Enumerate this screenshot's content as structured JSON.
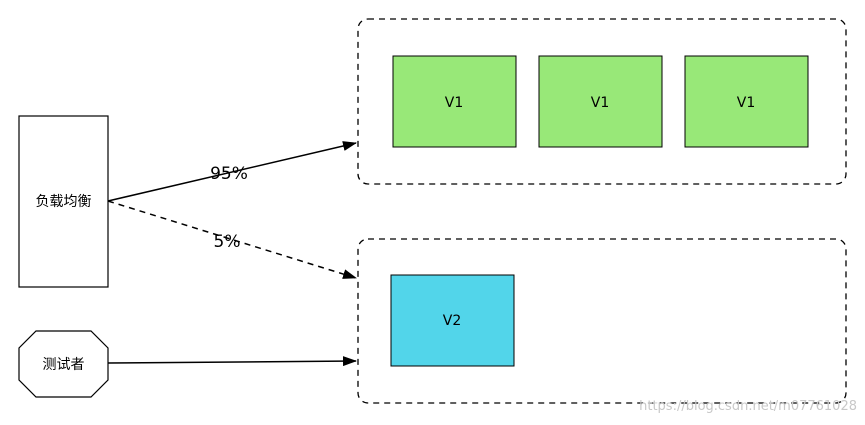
{
  "nodes": {
    "load_balancer": {
      "label": "负载均衡"
    },
    "tester": {
      "label": "测试者"
    },
    "v1_instances": [
      {
        "label": "V1"
      },
      {
        "label": "V1"
      },
      {
        "label": "V1"
      }
    ],
    "v2_instance": {
      "label": "V2"
    }
  },
  "edges": {
    "lb_to_v1": {
      "label": "95%"
    },
    "lb_to_v2": {
      "label": "5%"
    }
  },
  "watermark": {
    "text": "https://blog.csdn.net/m07761028"
  },
  "colors": {
    "v1_fill": "#98e878",
    "v2_fill": "#52d5ea",
    "stroke": "#000000",
    "watermark": "#c8c8c8"
  }
}
